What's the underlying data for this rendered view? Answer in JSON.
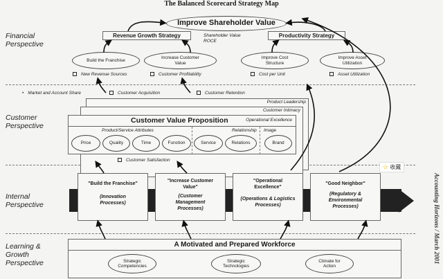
{
  "title": "The Balanced Scorecard Strategy Map",
  "journal_credit": "Accounting Horizons / March 2001",
  "favorite_button": {
    "icon": "star-icon",
    "label": "收藏"
  },
  "perspectives": {
    "financial": "Financial Perspective",
    "customer": "Customer Perspective",
    "internal": "Internal Perspective",
    "learning": "Learning & Growth Perspective"
  },
  "financial": {
    "goal": "Improve Shareholder Value",
    "goal_measures": [
      "Shareholder Value",
      "ROCE"
    ],
    "revenue_strategy": "Revenue Growth Strategy",
    "productivity_strategy": "Productivity Strategy",
    "objectives": [
      {
        "label": "Build the Franchise",
        "measure": "New Revenue Sources"
      },
      {
        "label": "Increase Customer Value",
        "measure": "Customer Profitability"
      },
      {
        "label": "Improve Cost Structure",
        "measure": "Cost per Unit"
      },
      {
        "label": "Improve Asset Utilization",
        "measure": "Asset Utilization"
      }
    ]
  },
  "customer": {
    "top_measures": [
      "Market and Account Share",
      "Customer Acquisition",
      "Customer Retention"
    ],
    "stack_labels": [
      "Product Leadership",
      "Customer Intimacy",
      "Operational Excellence"
    ],
    "cvp_title": "Customer Value Proposition",
    "groups": [
      {
        "label": "Product/Service Attributes",
        "items": [
          "Price",
          "Quality",
          "Time",
          "Function"
        ]
      },
      {
        "label": "Relationship",
        "items": [
          "Service",
          "Relations"
        ]
      },
      {
        "label": "Image",
        "items": [
          "Brand"
        ]
      }
    ],
    "bottom_measure": "Customer Satisfaction"
  },
  "internal": {
    "processes": [
      {
        "heading": "\"Build the Franchise\"",
        "sub": "(Innovation Processes)"
      },
      {
        "heading": "\"Increase Customer Value\"",
        "sub": "(Customer Management Processes)"
      },
      {
        "heading": "\"Operational Excellence\"",
        "sub": "(Operations & Logistics Processes)"
      },
      {
        "heading": "\"Good Neighbor\"",
        "sub": "(Regulatory & Environmental Processes)"
      }
    ]
  },
  "learning": {
    "title": "A Motivated and Prepared Workforce",
    "items": [
      "Strategic Competencies",
      "Strategic Technologies",
      "Climate for Action"
    ]
  }
}
